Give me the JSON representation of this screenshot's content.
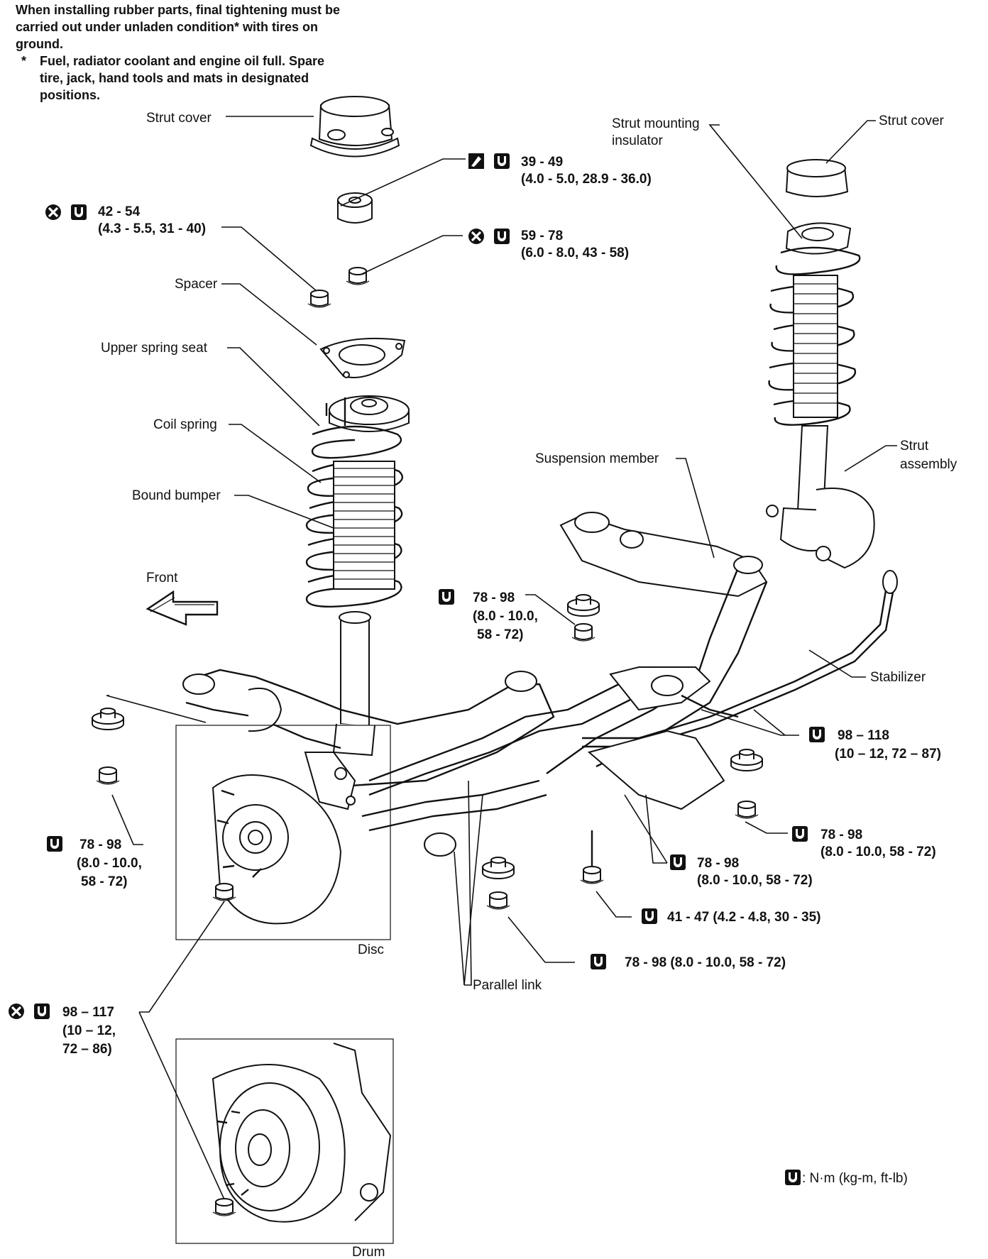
{
  "note": {
    "line1": "When installing rubber parts, final tightening must be carried out under unladen condition* with tires on ground.",
    "asterisk": "*",
    "line2": "Fuel, radiator coolant and engine oil full. Spare tire, jack, hand tools and mats in designated positions."
  },
  "labels": {
    "strut_cover_left": "Strut cover",
    "strut_cover_right": "Strut cover",
    "strut_mounting_insulator_1": "Strut mounting",
    "strut_mounting_insulator_2": "insulator",
    "spacer": "Spacer",
    "upper_spring_seat": "Upper spring seat",
    "coil_spring": "Coil spring",
    "bound_bumper": "Bound bumper",
    "front": "Front",
    "suspension_member": "Suspension member",
    "strut_assembly_1": "Strut",
    "strut_assembly_2": "assembly",
    "stabilizer": "Stabilizer",
    "disc": "Disc",
    "drum": "Drum",
    "parallel_link": "Parallel link"
  },
  "torques": {
    "t1_a": "39 - 49",
    "t1_b": "(4.0 - 5.0, 28.9 - 36.0)",
    "t2_a": "42 - 54",
    "t2_b": "(4.3 - 5.5, 31 - 40)",
    "t3_a": "59 - 78",
    "t3_b": "(6.0 - 8.0, 43 - 58)",
    "t4_a": "78 - 98",
    "t4_b": "(8.0 - 10.0,",
    "t4_c": "58 - 72)",
    "t5_a": "98 – 118",
    "t5_b": "(10 – 12, 72 – 87)",
    "t6_a": "78 - 98",
    "t6_b": "(8.0 - 10.0,",
    "t6_c": "58 - 72)",
    "t7_a": "78 - 98",
    "t7_b": "(8.0 - 10.0, 58 - 72)",
    "t8_a": "78 - 98",
    "t8_b": "(8.0 - 10.0, 58 - 72)",
    "t9": "41 - 47 (4.2 - 4.8, 30 - 35)",
    "t10": "78 - 98 (8.0 - 10.0, 58 - 72)",
    "t11_a": "98 – 117",
    "t11_b": "(10 – 12,",
    "t11_c": "72 – 86)"
  },
  "legend": {
    "units": ": N·m (kg-m, ft-lb)"
  },
  "icons": [
    "torque-wrench-icon",
    "do-not-reuse-icon",
    "lubricate-icon"
  ]
}
